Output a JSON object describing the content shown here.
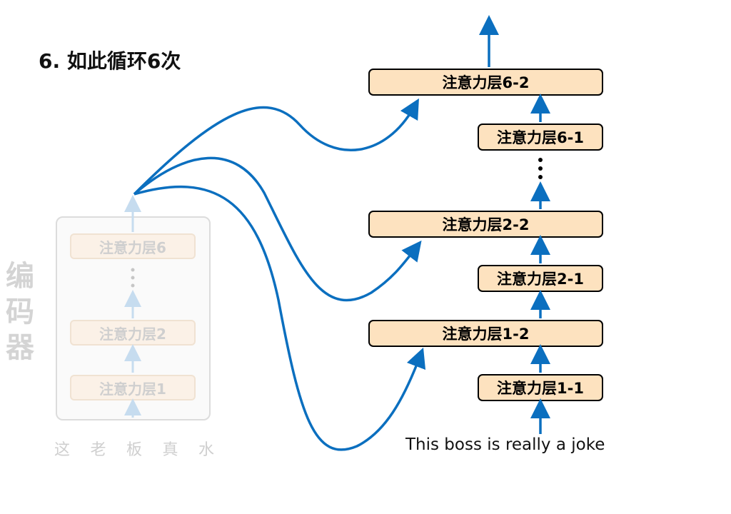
{
  "title": "6. 如此循环6次",
  "encoder": {
    "label": "编码器",
    "layers": {
      "top": "注意力层6",
      "mid": "注意力层2",
      "bottom": "注意力层1"
    },
    "input_tokens": [
      "这",
      "老",
      "板",
      "真",
      "水"
    ]
  },
  "decoder": {
    "layers": {
      "l6_2": "注意力层6-2",
      "l6_1": "注意力层6-1",
      "l2_2": "注意力层2-2",
      "l2_1": "注意力层2-1",
      "l1_2": "注意力层1-2",
      "l1_1": "注意力层1-1"
    },
    "input_text": "This boss is really a joke"
  },
  "colors": {
    "arrow_blue": "#0b6fbf",
    "faded_arrow": "#c6dcef",
    "box_fill": "#fde2bf"
  }
}
